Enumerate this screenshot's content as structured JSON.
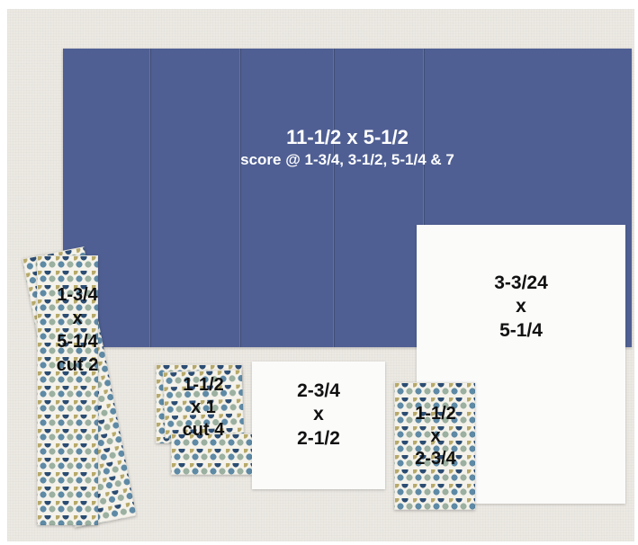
{
  "blue_panel": {
    "line1": "11-1/2 x 5-1/2",
    "line2": "score @ 1-3/4, 3-1/2, 5-1/4 & 7",
    "color": "#4f5f93"
  },
  "large_white_card": {
    "line1": "3-3/24",
    "line2": "x",
    "line3": "5-1/4"
  },
  "square_white_card": {
    "line1": "2-3/4",
    "line2": "x",
    "line3": "2-1/2"
  },
  "long_strips": {
    "line1": "1-3/4",
    "line2": "x",
    "line3": "5-1/4",
    "line4": "cut 2"
  },
  "small_pieces": {
    "line1": "1-1/2",
    "line2": "x 1",
    "line3": "cut 4"
  },
  "narrow_pattern_card": {
    "line1": "1-1/2",
    "line2": "x",
    "line3": "2-3/4"
  }
}
